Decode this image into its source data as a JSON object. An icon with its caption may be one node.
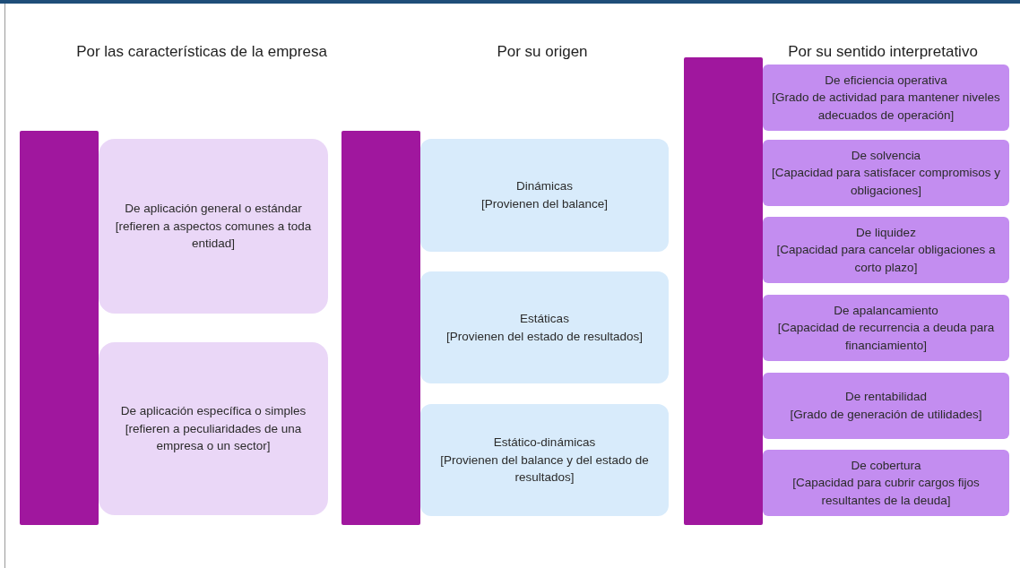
{
  "diagram": {
    "nodes": [
      {
        "text": [],
        "shape": "bar"
      },
      {
        "text": [
          "De aplicación general o estándar",
          "[refieren a aspectos comunes a toda entidad]"
        ]
      },
      {
        "text": [
          "De aplicación específica o simples",
          "[refieren a peculiaridades de una empresa o un sector]"
        ]
      },
      {
        "text": [],
        "shape": "bar"
      },
      {
        "text": [
          "Dinámicas",
          "[Provienen del balance]"
        ]
      },
      {
        "text": [
          "Estáticas",
          "[Provienen del estado de resultados]"
        ]
      },
      {
        "text": [
          "Estático-dinámicas",
          "[Provienen del balance y del estado de resultados]"
        ]
      },
      {
        "text": [],
        "shape": "bar"
      },
      {
        "text": [
          "De eficiencia operativa",
          "[Grado de actividad para mantener niveles adecuados de operación]"
        ]
      },
      {
        "text": [
          "De solvencia",
          "[Capacidad para satisfacer compromisos y obligaciones]"
        ]
      },
      {
        "text": [
          "De liquidez",
          "[Capacidad para cancelar obligaciones a corto plazo]"
        ]
      },
      {
        "text": [
          "De apalancamiento",
          "[Capacidad de recurrencia a deuda para financiamiento]"
        ]
      },
      {
        "text": [
          "De rentabilidad",
          "[Grado de generación de utilidades]"
        ]
      },
      {
        "text": [
          "De cobertura",
          "[Capacidad para cubrir cargos fijos resultantes de la deuda]"
        ]
      }
    ],
    "labels": [
      "Por las características de la empresa",
      "Por su origen",
      "Por su sentido interpretativo"
    ]
  }
}
